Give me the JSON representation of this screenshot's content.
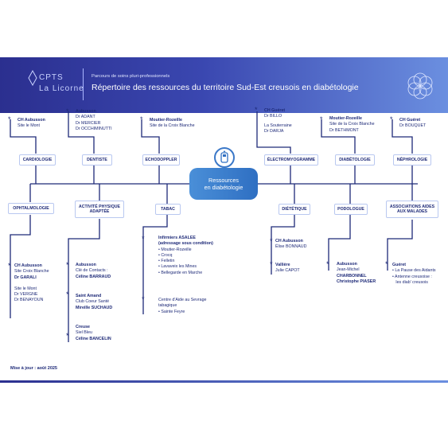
{
  "header": {
    "logo_line1": "CPTS",
    "logo_line2": "La Licorne",
    "subtitle": "Parcours de soins pluri-professionnels",
    "title": "Répertoire des ressources du territoire Sud-Est creusois en diabétologie"
  },
  "center": {
    "line1": "Ressources",
    "line2": "en diabétologie"
  },
  "top_categories": [
    {
      "label": "CARDIOLOGIE"
    },
    {
      "label": "DENTISTE"
    },
    {
      "label": "ECHODOPPLER"
    },
    {
      "label": "ÉLECTROMYOGRAMME"
    },
    {
      "label": "DIABÉTOLOGIE"
    },
    {
      "label": "NÉPHROLOGIE"
    }
  ],
  "bottom_categories": [
    {
      "label": "OPHTALMOLOGIE"
    },
    {
      "label": "ACTIVITÉ PHYSIQUE ADAPTÉE"
    },
    {
      "label": "TABAC"
    },
    {
      "label": "DIÉTÉTIQUE"
    },
    {
      "label": "PODOLOGUE"
    },
    {
      "label": "ASSOCIATIONS AIDES AUX MALADES"
    }
  ],
  "top_texts": {
    "cardio": [
      "CH Aubusson",
      "Site le Mont"
    ],
    "dentiste": [
      "Aubusson",
      "Dr ADANT",
      "Dr MERCIER",
      "Dr OCCHIMINUTTI"
    ],
    "echodoppler": [
      "Moutier-Rozeille",
      "Site de la Croix Blanche"
    ],
    "electro": [
      "CH Guéret",
      "Dr BILLO",
      "La Souterraine",
      "Dr DARJA"
    ],
    "diabeto": [
      "Moutier-Rozeille",
      "Site de la Croix Blanche",
      "Dr BETHMONT"
    ],
    "nephro": [
      "CH Guéret",
      "Dr BOUQUET"
    ]
  },
  "bottom_texts": {
    "ophtalmo": [
      "CH Aubusson",
      "Site Croix Blanche",
      "Dr GARALI",
      "Site le Mont",
      "Dr VERGNE",
      "Dr BENAYOUN"
    ],
    "apa": [
      "Aubusson",
      "Clé de Contacts :",
      "Céline BARRAUD",
      "Saint Amand",
      "Club Coeur Santé",
      "Mireille SUCHAUD",
      "Creuse",
      "Siel Bleu",
      "Céline BANCELIN"
    ],
    "tabac": [
      "Infirmiers ASALEE",
      "(adressage sous condition)",
      "Moutier-Rozeille",
      "Crocq",
      "Felletin",
      "Lavaveix les Mines",
      "Bellegarde en Marche",
      "Centre d'Aide au Sevrage",
      "tabagique",
      "Sainte Feyre"
    ],
    "dietetique": [
      "CH Aubusson",
      "Élise BONNAUD",
      "Vallière",
      "Julie CAPOT"
    ],
    "podologue": [
      "Aubusson",
      "Jean-Michel",
      "CHARBONNEL",
      "Christophe PIASER"
    ],
    "assos": [
      "Guéret",
      "La Pause des Aidants",
      "Antenne creusoise :",
      "les diab' creusois"
    ]
  },
  "footer": {
    "update": "Mise à jour : août 2025"
  },
  "colors": {
    "navy": "#1e2a78",
    "header_start": "#2b2f8f",
    "header_end": "#6b8fe0",
    "center": "#3b78c8"
  }
}
